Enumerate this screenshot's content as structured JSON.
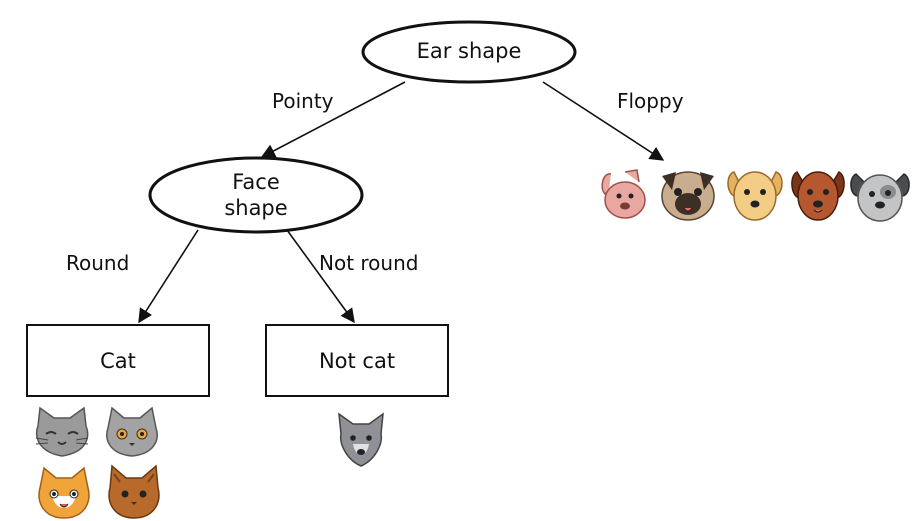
{
  "nodes": {
    "root": {
      "label": "Ear shape"
    },
    "face": {
      "label_line1": "Face",
      "label_line2": "shape"
    },
    "cat_leaf": {
      "label": "Cat"
    },
    "notcat_leaf": {
      "label": "Not cat"
    }
  },
  "edges": {
    "pointy": "Pointy",
    "floppy": "Floppy",
    "round": "Round",
    "not_round": "Not round"
  },
  "animals": {
    "cat_group": [
      "gray-cat-icon",
      "gray-cat-icon",
      "orange-cat-icon",
      "brown-cat-icon"
    ],
    "notcat_group": [
      "gray-wolf-icon"
    ],
    "floppy_group": [
      "pink-pig-dog-icon",
      "pug-icon",
      "tan-dog-icon",
      "brown-dog-icon",
      "gray-dog-icon"
    ]
  },
  "colors": {
    "line": "#111111",
    "gray_cat": "#9a9a9a",
    "orange_cat": "#f0a43a",
    "brown_cat": "#b86a2c",
    "pink_dog": "#e8a7a0",
    "pug": "#c9ad8f",
    "tan_dog": "#f3cd86",
    "brown_dog": "#b5582f",
    "gray_dog": "#c2c4c6"
  }
}
